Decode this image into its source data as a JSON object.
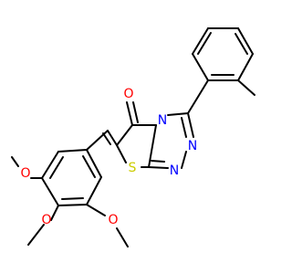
{
  "molecule": {
    "atoms": {
      "carbonyl_o": {
        "symbol": "O",
        "color": "#ff0000"
      },
      "ring_n": {
        "symbol": "N",
        "color": "#0000ff"
      },
      "triazole_n1": {
        "symbol": "N",
        "color": "#0000ff"
      },
      "triazole_n2": {
        "symbol": "N",
        "color": "#0000ff"
      },
      "sulfur": {
        "symbol": "S",
        "color": "#cccc00"
      },
      "methoxy_o_left": {
        "symbol": "O",
        "color": "#ff0000"
      },
      "methoxy_o_mid": {
        "symbol": "O",
        "color": "#ff0000"
      },
      "methoxy_o_right": {
        "symbol": "O",
        "color": "#ff0000"
      }
    },
    "bond_color": "#000000"
  }
}
